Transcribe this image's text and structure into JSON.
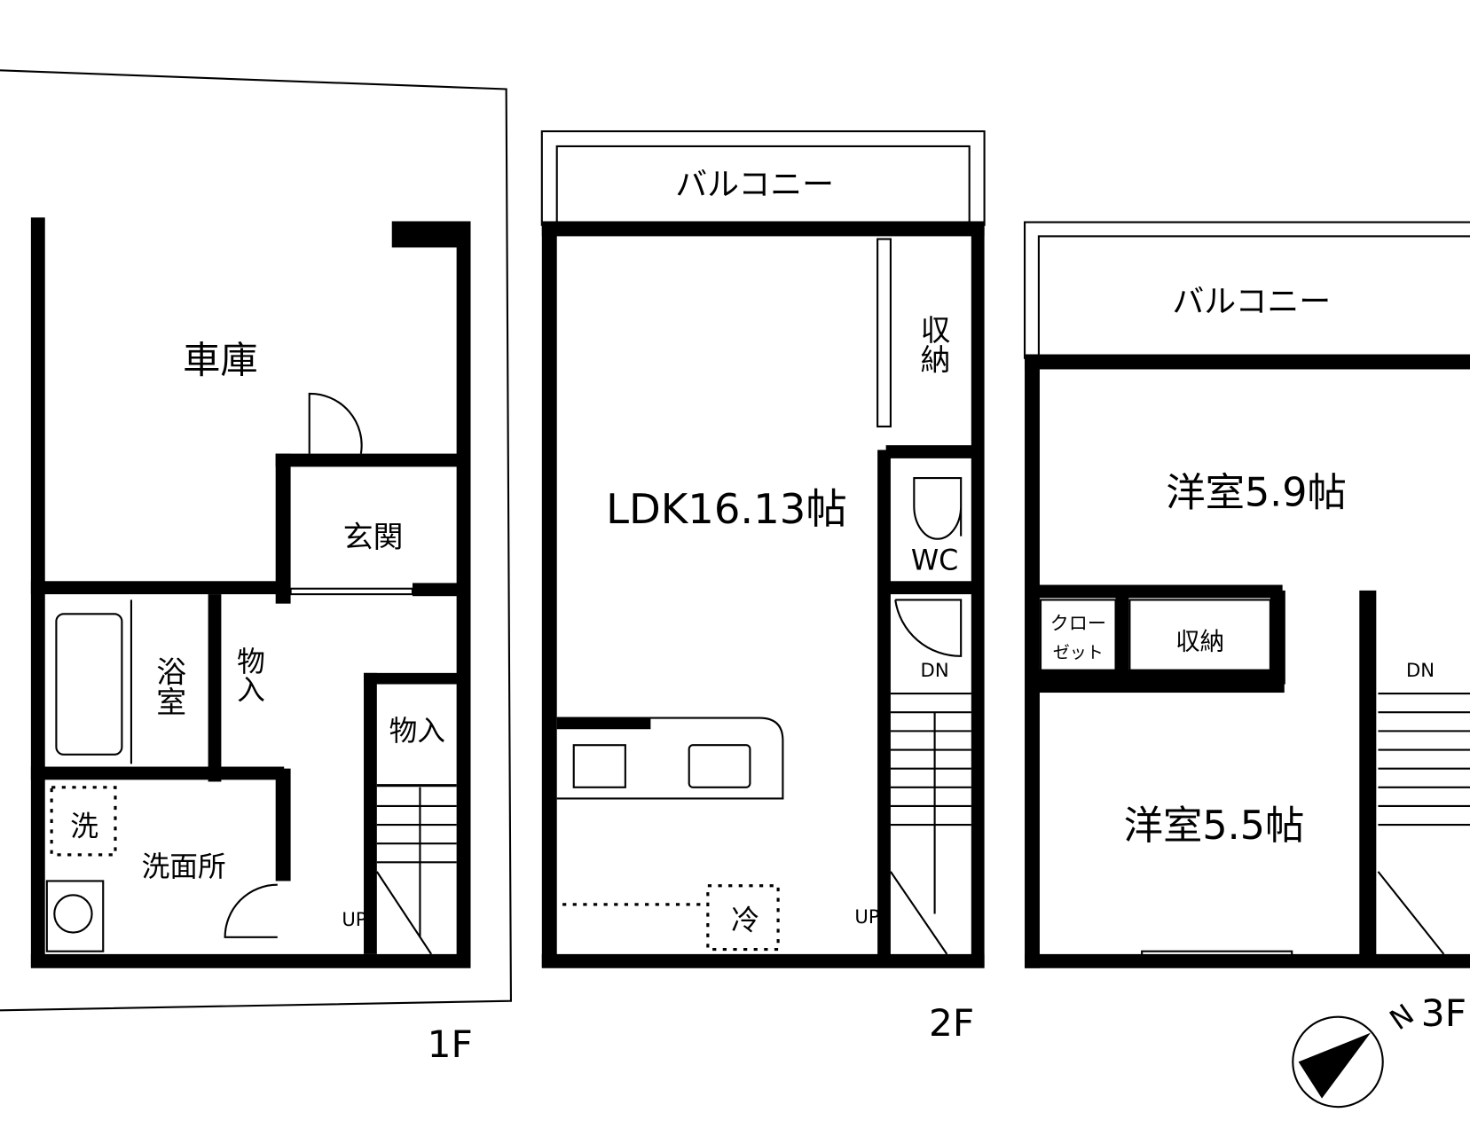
{
  "floors": {
    "f1": {
      "label": "1F",
      "garage": "車庫",
      "entrance": "玄関",
      "bath": "浴室",
      "storage_a": "物入",
      "storage_b": "物入",
      "washer": "洗",
      "washroom": "洗面所",
      "up": "UP"
    },
    "f2": {
      "label": "2F",
      "balcony": "バルコニー",
      "ldk": "LDK16.13帖",
      "storage": "収納",
      "wc": "WC",
      "dn": "DN",
      "up": "UP",
      "fridge": "冷"
    },
    "f3": {
      "label": "3F",
      "balcony": "バルコニー",
      "room_a": "洋室5.9帖",
      "room_b": "洋室5.5帖",
      "closet_1": "クロー",
      "closet_2": "ゼット",
      "storage": "収納",
      "dn": "DN"
    }
  },
  "compass": {
    "north": "N"
  }
}
